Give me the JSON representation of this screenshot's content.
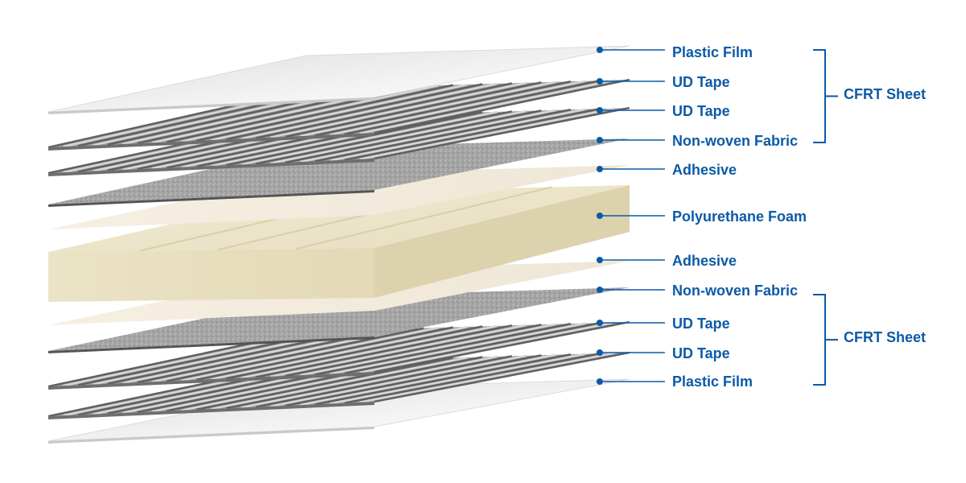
{
  "colors": {
    "label_blue": "#0c5aa6",
    "plastic_film": "#e9e9e9",
    "ud_tape": "#8c8c8c",
    "non_woven_fabric": "#9a9a9a",
    "adhesive": "#f1e9dc",
    "polyurethane_foam": "#ede5c8"
  },
  "layers": [
    {
      "label": "Plastic Film"
    },
    {
      "label": "UD Tape"
    },
    {
      "label": "UD Tape"
    },
    {
      "label": "Non-woven Fabric"
    },
    {
      "label": "Adhesive"
    },
    {
      "label": "Polyurethane Foam"
    },
    {
      "label": "Adhesive"
    },
    {
      "label": "Non-woven Fabric"
    },
    {
      "label": "UD Tape"
    },
    {
      "label": "UD Tape"
    },
    {
      "label": "Plastic Film"
    }
  ],
  "groups": [
    {
      "label": "CFRT Sheet"
    },
    {
      "label": "CFRT Sheet"
    }
  ]
}
